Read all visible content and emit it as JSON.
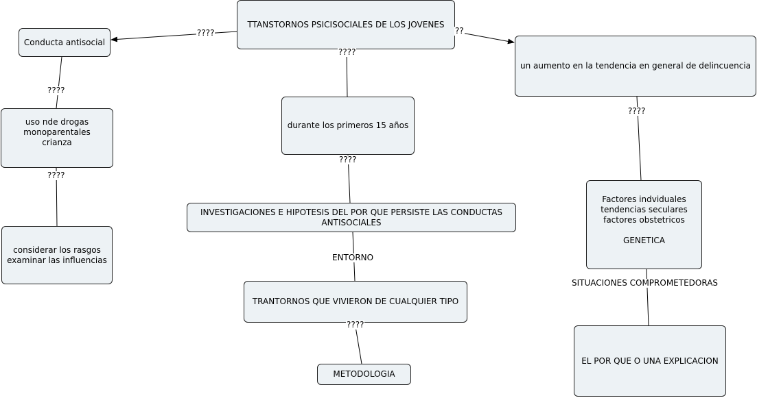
{
  "nodes": {
    "root": "TTANSTORNOS PSICISOCIALES DE LOS JOVENES",
    "antisocial": "Conducta antisocial",
    "delincuencia": "un aumento en la tendencia en general de delincuencia",
    "drogas": [
      "uso nde drogas",
      "monoparentales",
      "crianza"
    ],
    "rasgos": [
      "considerar los rasgos",
      "examinar las influencias"
    ],
    "quince": "durante los primeros 15 años",
    "investigaciones": [
      "INVESTIGACIONES E HIPOTESIS DEL POR QUE PERSISTE LAS CONDUCTAS",
      "ANTISOCIALES"
    ],
    "trastornos": "TRANTORNOS QUE VIVIERON DE CUALQUIER TIPO",
    "metodologia": "METODOLOGIA",
    "factores": [
      "Factores indviduales",
      "tendencias seculares",
      "factores obstetricos",
      "",
      "GENETICA"
    ],
    "explicacion": "EL POR QUE O UNA EXPLICACION"
  },
  "links": {
    "root_antisocial": "????",
    "root_delincuencia": "??",
    "root_quince": "????",
    "antisocial_drogas": "????",
    "drogas_rasgos": "????",
    "quince_investigaciones": "????",
    "investigaciones_trastornos": "ENTORNO",
    "trastornos_metodologia": "????",
    "delincuencia_factores": "????",
    "factores_explicacion": "SITUACIONES COMPROMETEDORAS"
  }
}
